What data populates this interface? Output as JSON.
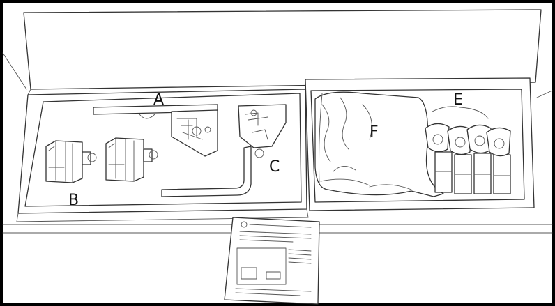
{
  "labels": {
    "a": "A",
    "b": "B",
    "c": "C",
    "e": "E",
    "f": "F"
  }
}
